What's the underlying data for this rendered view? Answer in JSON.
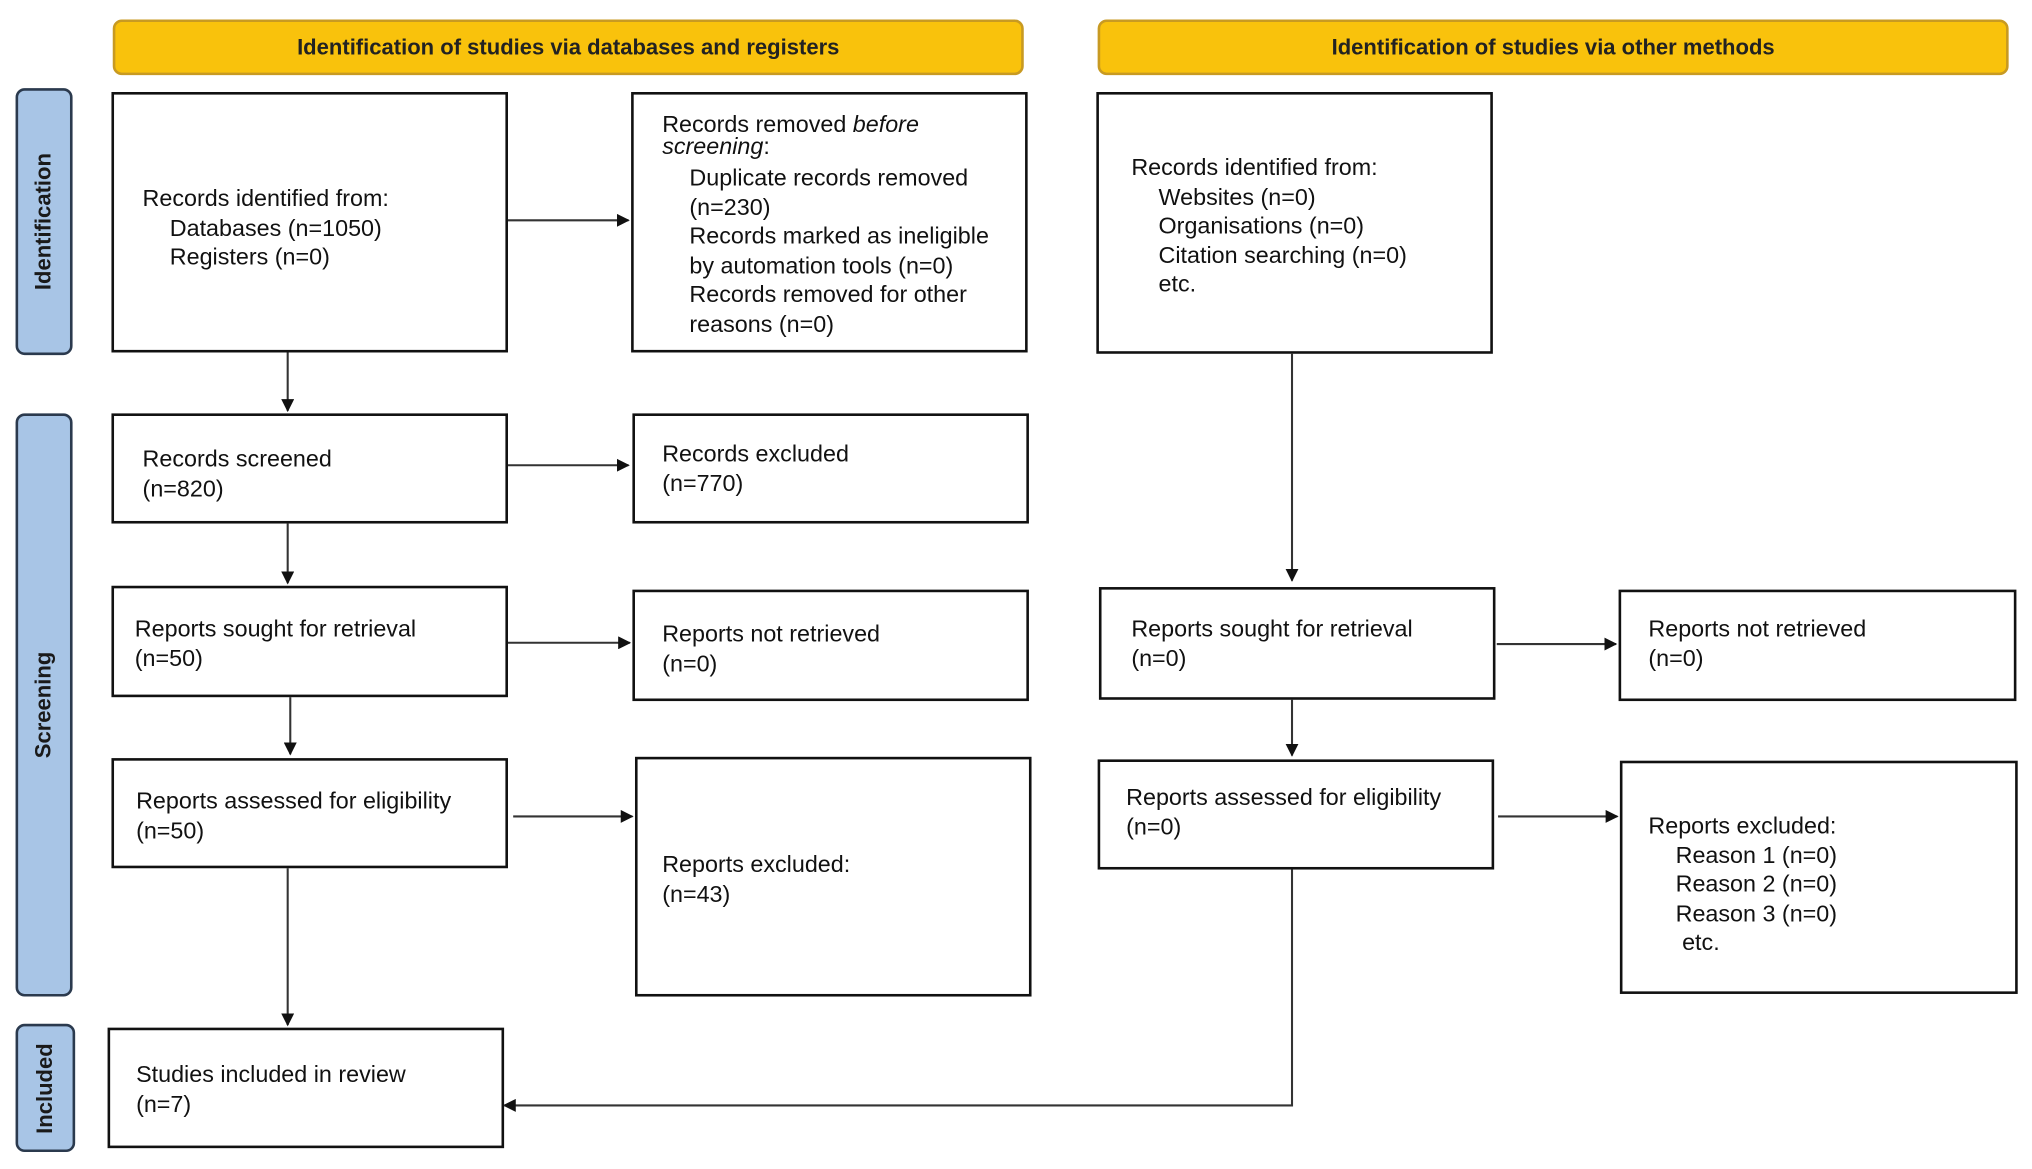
{
  "headers": {
    "left": "Identification of studies via databases and registers",
    "right": "Identification of studies via other methods"
  },
  "colors": {
    "header": "#f9c20c",
    "phase": "#a8c5e6"
  },
  "phases": {
    "identification": "Identification",
    "screening": "Screening",
    "included": "Included"
  },
  "left": {
    "identified": {
      "title": "Records identified from:",
      "lines": [
        "Databases (n=1050)",
        "Registers (n=0)"
      ]
    },
    "removed": {
      "title_start": "Records removed ",
      "title_italic": "before screening",
      "title_end": ":",
      "lines": [
        "Duplicate records removed",
        "(n=230)",
        "Records marked as ineligible",
        "by automation tools (n=0)",
        "Records removed for other",
        "reasons (n=0)"
      ]
    },
    "screened": [
      "Records screened",
      "(n=820)"
    ],
    "excluded": [
      "Records excluded",
      "(n=770)"
    ],
    "sought": [
      "Reports sought for retrieval",
      "(n=50)"
    ],
    "not_retrieved": [
      "Reports not retrieved",
      "(n=0)"
    ],
    "assessed": [
      "Reports assessed for eligibility",
      "(n=50)"
    ],
    "reports_excluded": [
      "Reports excluded:",
      "(n=43)"
    ],
    "included": [
      "Studies included in review",
      "(n=7)"
    ]
  },
  "right": {
    "identified": {
      "title": "Records identified from:",
      "lines": [
        "Websites (n=0)",
        "Organisations (n=0)",
        "Citation searching (n=0)",
        "etc."
      ]
    },
    "sought": [
      "Reports sought for retrieval",
      "(n=0)"
    ],
    "not_retrieved": [
      "Reports not retrieved",
      "(n=0)"
    ],
    "assessed": [
      "Reports assessed for eligibility",
      "(n=0)"
    ],
    "reports_excluded": {
      "title": "Reports excluded:",
      "lines": [
        "Reason 1 (n=0)",
        "Reason 2 (n=0)",
        "Reason 3 (n=0)",
        "etc."
      ]
    }
  }
}
